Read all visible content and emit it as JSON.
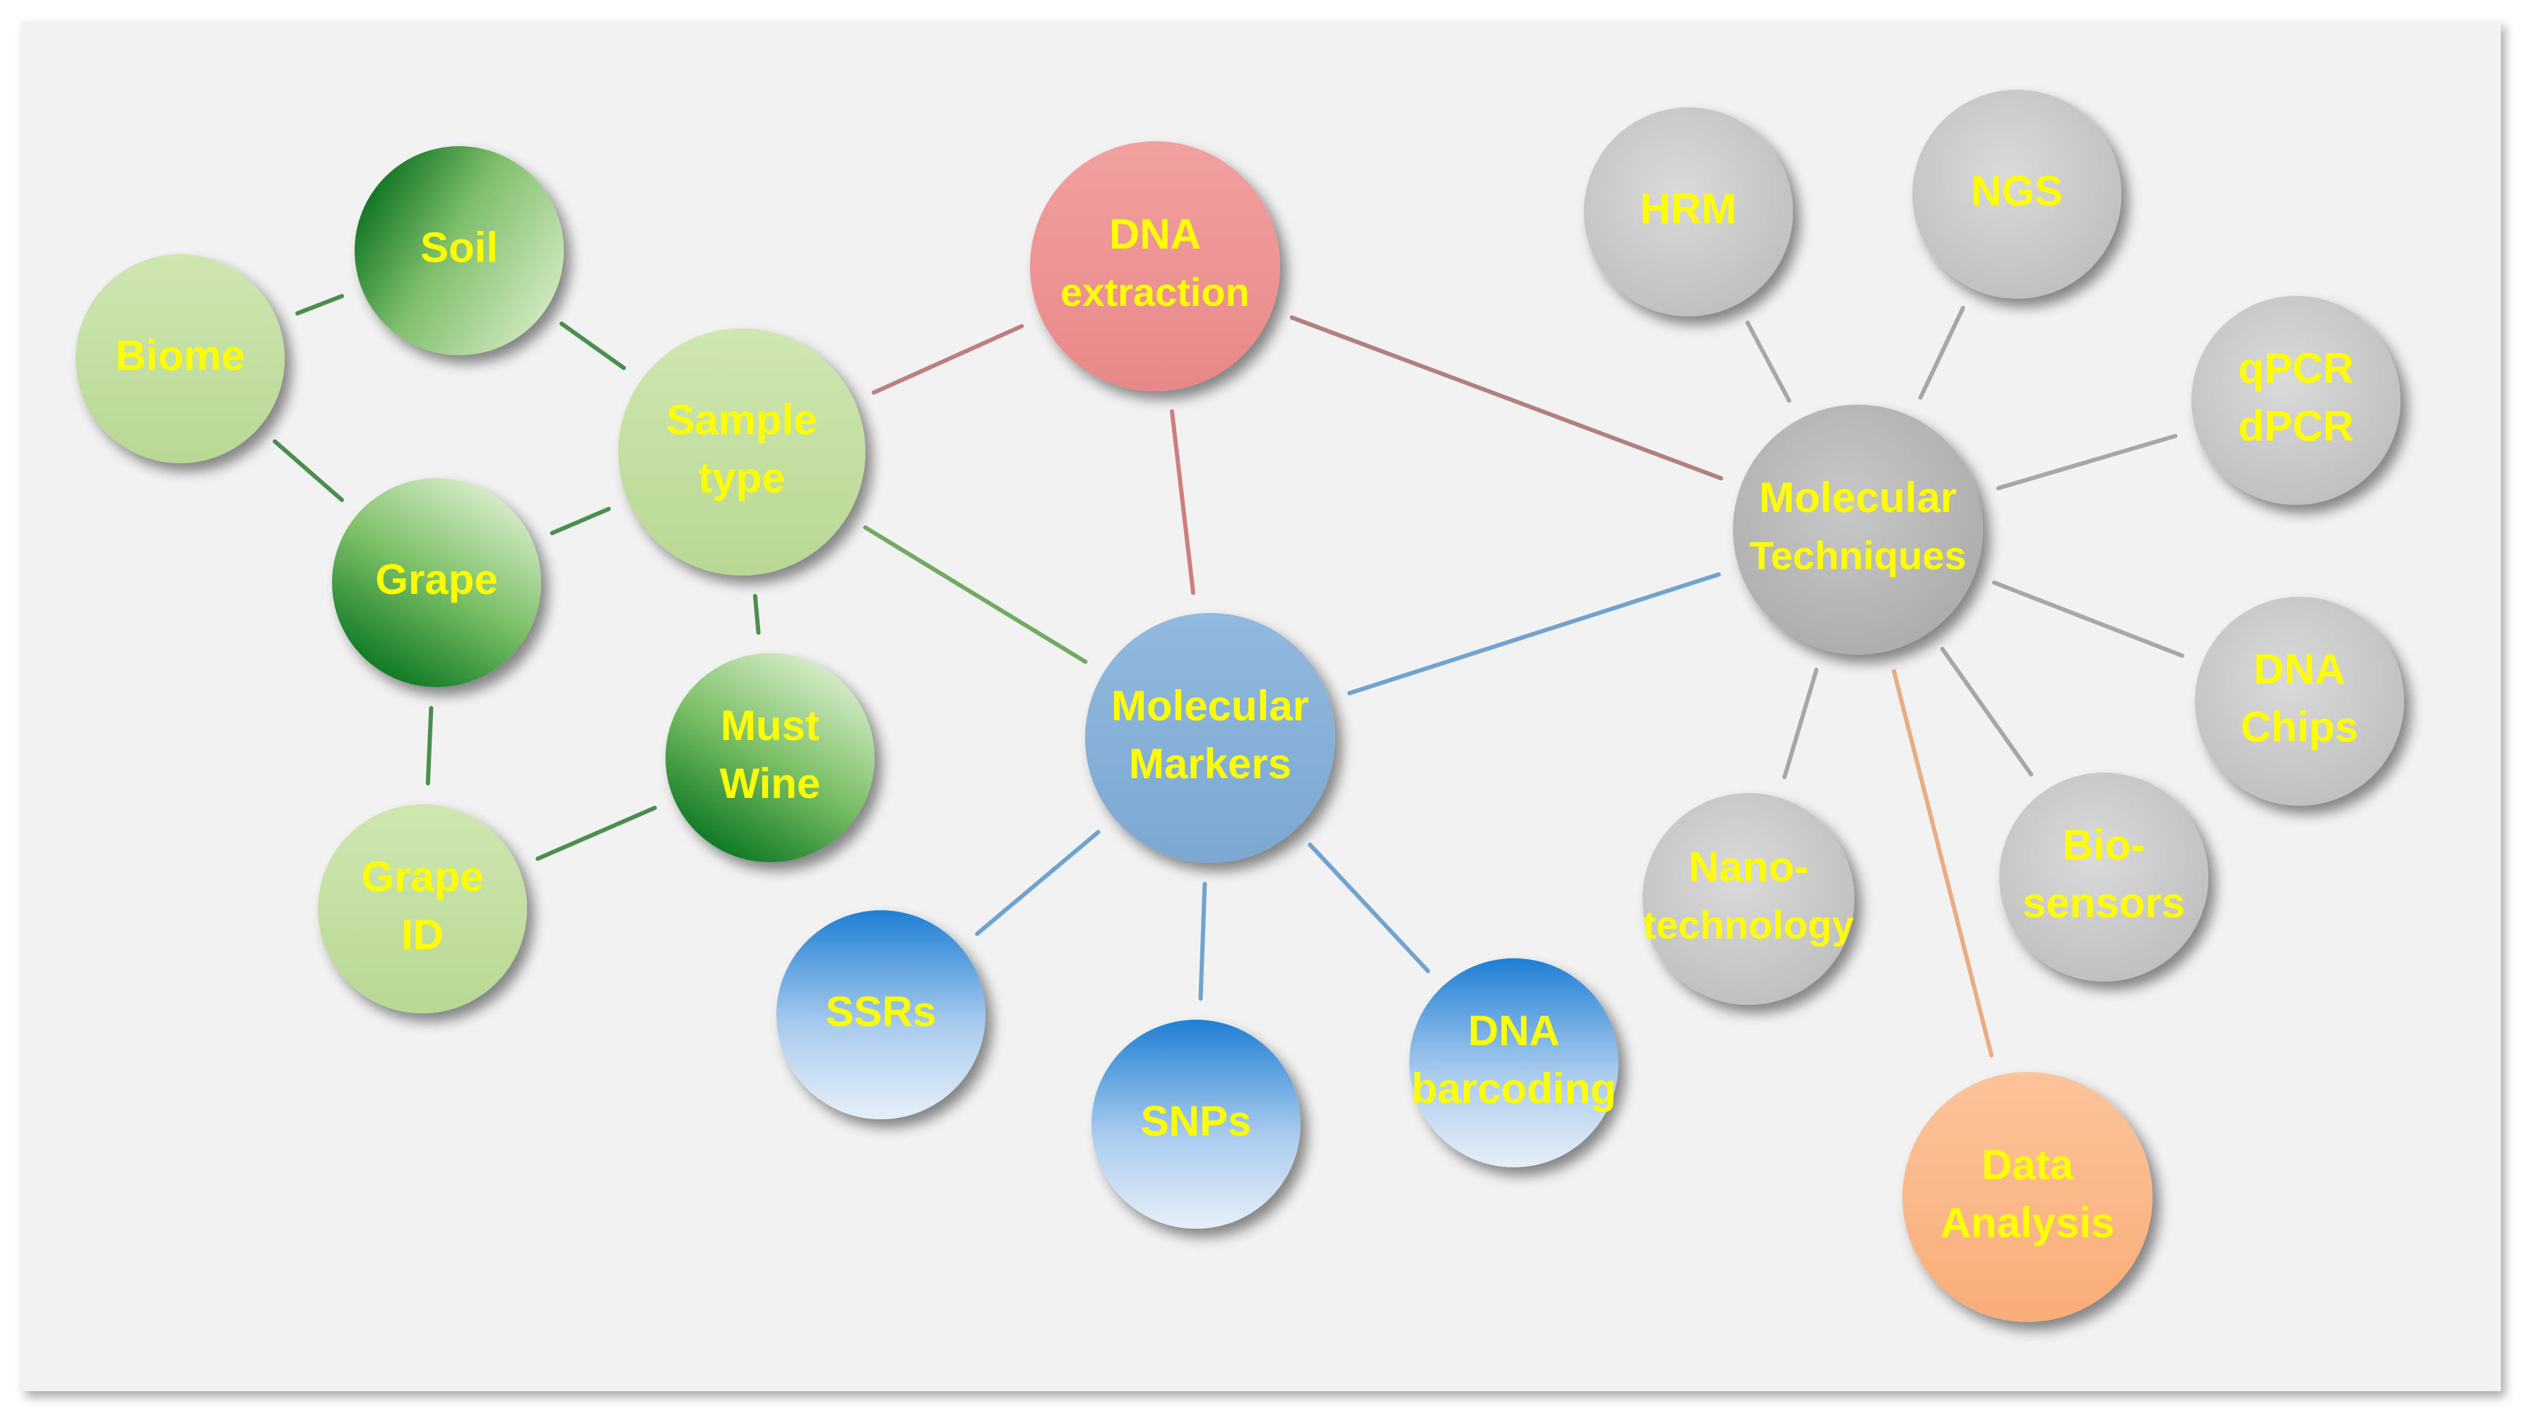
{
  "colors": {
    "background": "#f2f2f2",
    "label": "#ffff00",
    "green_light": "#c2dea0",
    "green_dark": "#007a1e",
    "red": "#ee9696",
    "blue": "#86b0d8",
    "blue_bright": "#2a86d6",
    "gray": "#c4c4c4",
    "orange": "#fcb98a"
  },
  "nodes": [
    {
      "id": "soil",
      "lines": [
        "Soil"
      ],
      "style": "green-dark-left"
    },
    {
      "id": "biome",
      "lines": [
        "Biome"
      ],
      "style": "green-light"
    },
    {
      "id": "sample-type",
      "lines": [
        "Sample",
        "type"
      ],
      "style": "green-light"
    },
    {
      "id": "grape",
      "lines": [
        "Grape"
      ],
      "style": "green-dark-bottom"
    },
    {
      "id": "grape-id",
      "lines": [
        "Grape",
        "ID"
      ],
      "style": "green-light"
    },
    {
      "id": "must-wine",
      "lines": [
        "Must",
        "Wine"
      ],
      "style": "green-dark-bottom"
    },
    {
      "id": "dna-extraction",
      "lines": [
        "DNA",
        "extraction"
      ],
      "style": "red"
    },
    {
      "id": "molecular-markers",
      "lines": [
        "Molecular",
        "Markers"
      ],
      "style": "blue"
    },
    {
      "id": "ssrs",
      "lines": [
        "SSRs"
      ],
      "style": "blue-bright"
    },
    {
      "id": "snps",
      "lines": [
        "SNPs"
      ],
      "style": "blue-bright"
    },
    {
      "id": "dna-barcoding",
      "lines": [
        "DNA",
        "barcoding"
      ],
      "style": "blue-bright"
    },
    {
      "id": "molecular-techniques",
      "lines": [
        "Molecular",
        "Techniques"
      ],
      "style": "gray-dark"
    },
    {
      "id": "hrm",
      "lines": [
        "HRM"
      ],
      "style": "gray"
    },
    {
      "id": "ngs",
      "lines": [
        "NGS"
      ],
      "style": "gray"
    },
    {
      "id": "qpcr-dpcr",
      "lines": [
        "qPCR",
        "dPCR"
      ],
      "style": "gray"
    },
    {
      "id": "dna-chips",
      "lines": [
        "DNA",
        "Chips"
      ],
      "style": "gray"
    },
    {
      "id": "biosensors",
      "lines": [
        "Bio-",
        "sensors"
      ],
      "style": "gray"
    },
    {
      "id": "nanotechnology",
      "lines": [
        "Nano-",
        "technology"
      ],
      "style": "gray"
    },
    {
      "id": "data-analysis",
      "lines": [
        "Data",
        "Analysis"
      ],
      "style": "orange"
    }
  ],
  "edges": [
    {
      "from": "biome",
      "to": "soil",
      "color": "#2e7d32"
    },
    {
      "from": "soil",
      "to": "sample-type",
      "color": "#2e7d32"
    },
    {
      "from": "biome",
      "to": "grape",
      "color": "#2e7d32"
    },
    {
      "from": "grape",
      "to": "sample-type",
      "color": "#2e7d32"
    },
    {
      "from": "grape",
      "to": "grape-id",
      "color": "#2e7d32"
    },
    {
      "from": "grape-id",
      "to": "must-wine",
      "color": "#2e7d32"
    },
    {
      "from": "sample-type",
      "to": "must-wine",
      "color": "#2e7d32"
    },
    {
      "from": "sample-type",
      "to": "dna-extraction",
      "color": "#b56b6b"
    },
    {
      "from": "sample-type",
      "to": "molecular-markers",
      "color": "#5c9e4a"
    },
    {
      "from": "dna-extraction",
      "to": "molecular-markers",
      "color": "#c96a6a"
    },
    {
      "from": "dna-extraction",
      "to": "molecular-techniques",
      "color": "#a86b6b"
    },
    {
      "from": "molecular-markers",
      "to": "molecular-techniques",
      "color": "#5b95c9"
    },
    {
      "from": "molecular-markers",
      "to": "ssrs",
      "color": "#5b95c9"
    },
    {
      "from": "molecular-markers",
      "to": "snps",
      "color": "#5b95c9"
    },
    {
      "from": "molecular-markers",
      "to": "dna-barcoding",
      "color": "#5b95c9"
    },
    {
      "from": "molecular-techniques",
      "to": "hrm",
      "color": "#9a9a9a"
    },
    {
      "from": "molecular-techniques",
      "to": "ngs",
      "color": "#9a9a9a"
    },
    {
      "from": "molecular-techniques",
      "to": "qpcr-dpcr",
      "color": "#9a9a9a"
    },
    {
      "from": "molecular-techniques",
      "to": "dna-chips",
      "color": "#9a9a9a"
    },
    {
      "from": "molecular-techniques",
      "to": "biosensors",
      "color": "#9a9a9a"
    },
    {
      "from": "molecular-techniques",
      "to": "nanotechnology",
      "color": "#9a9a9a"
    },
    {
      "from": "molecular-techniques",
      "to": "data-analysis",
      "color": "#e8a070"
    }
  ]
}
